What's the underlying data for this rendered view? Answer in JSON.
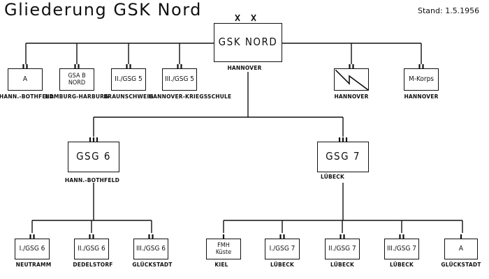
{
  "title": "Gliederung   GSK  Nord",
  "stand": "Stand: 1.5.1956",
  "hq": {
    "name": "GSK NORD",
    "location": "HANNOVER",
    "symbol": "XX"
  },
  "top_units": [
    {
      "id": "a1",
      "name": [
        "A"
      ],
      "location": "HANN.-BOTHFELD"
    },
    {
      "id": "gsab",
      "name": [
        "GSA B",
        "NORD"
      ],
      "location": "HAMBURG-HARBURG"
    },
    {
      "id": "ii5",
      "name": [
        "II./GSG 5"
      ],
      "location": "BRAUNSCHWEIG"
    },
    {
      "id": "iii5",
      "name": [
        "III./GSG 5"
      ],
      "location": "HANNOVER-KRIEGSSCHULE"
    },
    {
      "id": "signal",
      "name": [],
      "location": "HANNOVER",
      "icon": "signal-unit-icon"
    },
    {
      "id": "mkorps",
      "name": [
        "M-Korps"
      ],
      "location": "HANNOVER"
    }
  ],
  "groups": [
    {
      "id": "gsg6",
      "name": "GSG 6",
      "location": "HANN.-BOTHFELD"
    },
    {
      "id": "gsg7",
      "name": "GSG 7",
      "location": "LÜBECK"
    }
  ],
  "bottom_units": [
    {
      "id": "i6",
      "name": [
        "I./GSG 6"
      ],
      "location": "NEUTRAMM"
    },
    {
      "id": "ii6",
      "name": [
        "II./GSG 6"
      ],
      "location": "DEDELSTORF"
    },
    {
      "id": "iii6",
      "name": [
        "III./GSG 6"
      ],
      "location": "GLÜCKSTADT"
    },
    {
      "id": "fmh",
      "name": [
        "FMH",
        "Küste"
      ],
      "location": "KIEL"
    },
    {
      "id": "i7",
      "name": [
        "I./GSG 7"
      ],
      "location": "LÜBECK"
    },
    {
      "id": "ii7",
      "name": [
        "II./GSG 7"
      ],
      "location": "LÜBECK"
    },
    {
      "id": "iii7",
      "name": [
        "III./GSG 7"
      ],
      "location": "LÜBECK"
    },
    {
      "id": "a2",
      "name": [
        "A"
      ],
      "location": "GLÜCKSTADT"
    }
  ]
}
